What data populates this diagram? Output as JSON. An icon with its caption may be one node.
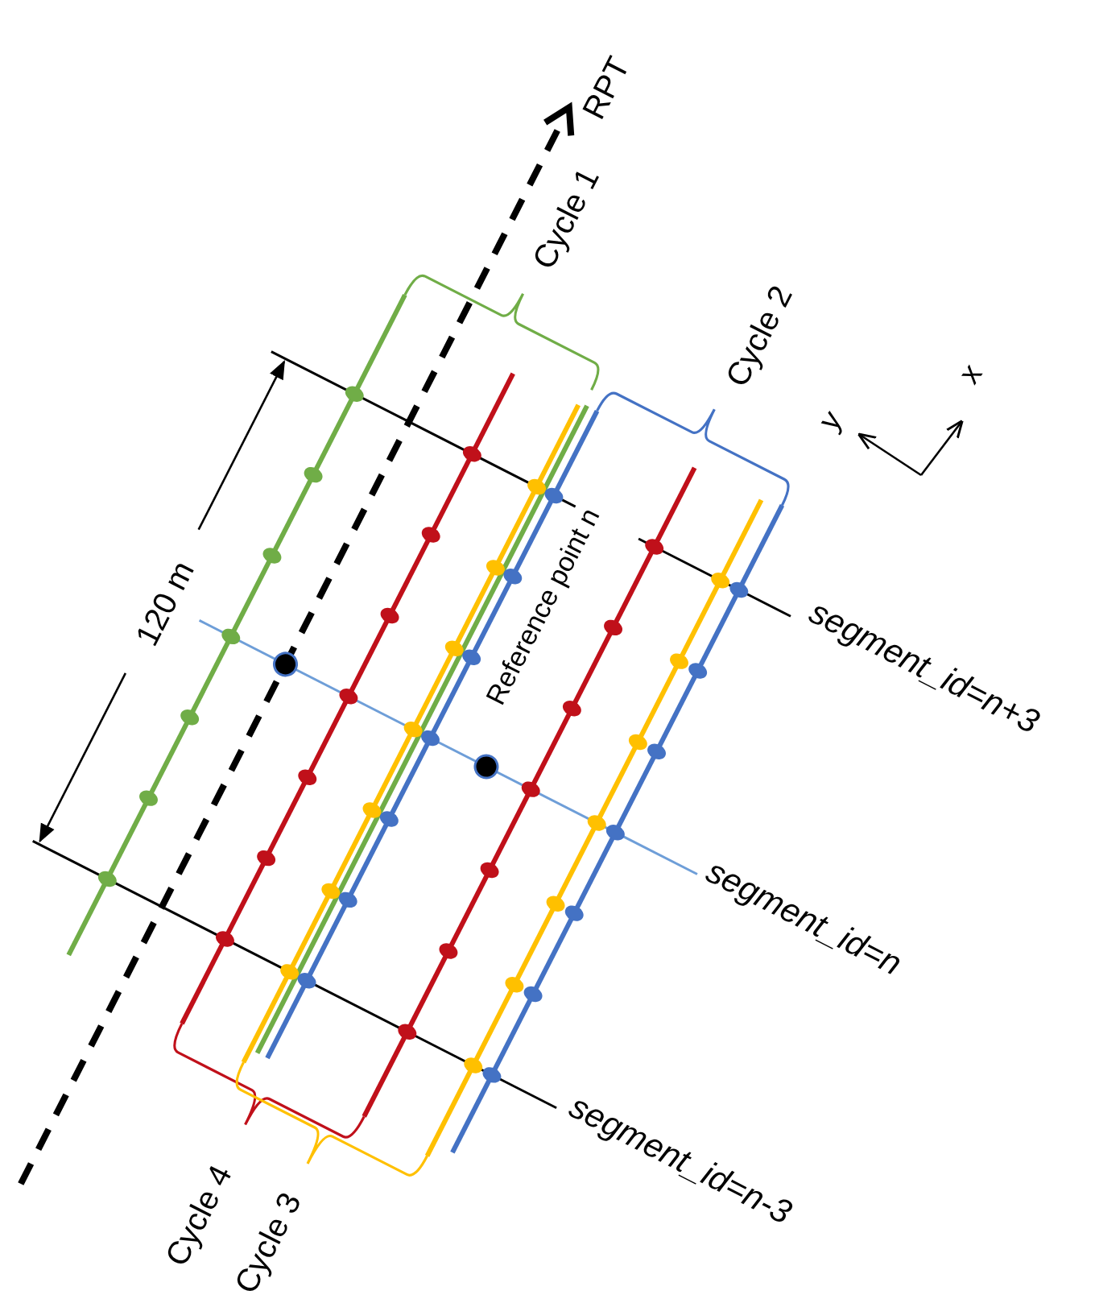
{
  "diagram": {
    "labels": [
      "RPT",
      "Cycle 1",
      "Cycle 2",
      "x",
      "y",
      "120 m",
      "Reference point n",
      "segment_id=n+3",
      "segment_id=n",
      "segment_id=n-3",
      "Cycle 4",
      "Cycle 3"
    ]
  }
}
